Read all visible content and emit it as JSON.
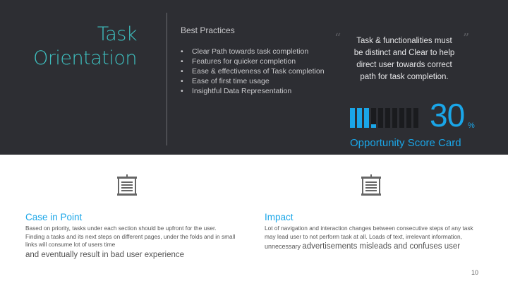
{
  "slide": {
    "title_line1": "Task",
    "title_line2": "Orientation",
    "page_number": "10"
  },
  "best_practices": {
    "heading": "Best Practices",
    "items": [
      "Clear Path towards task completion",
      "Features for quicker completion",
      "Ease & effectiveness of Task completion",
      "Ease of first time usage",
      "Insightful Data Representation"
    ],
    "bullet": "•"
  },
  "quote": {
    "open_mark": "“",
    "close_mark": "”",
    "text": "Task & functionalities must be distinct and Clear to help direct user towards correct path for task completion."
  },
  "score_card": {
    "value": "30",
    "unit": "%",
    "label": "Opportunity Score Card",
    "level_fraction": 0.3,
    "accent_color": "#1aa6e8"
  },
  "case_in_point": {
    "title": "Case in Point",
    "body_small": "Based on priority, tasks under each section should be upfront for the user. Finding a tasks and its next steps on different pages,  under the folds and in small links will consume lot of users time",
    "body_large": "and eventually result in bad user experience",
    "icon": "document-icon"
  },
  "impact": {
    "title": "Impact",
    "body_small": "Lot of navigation and interaction changes between consecutive  steps of any task may lead user to not perform task at all. Loads of  text, irrelevant information,",
    "body_mid": "unnecessary",
    "body_large": "advertisements  misleads and confuses user",
    "icon": "document-icon"
  },
  "colors": {
    "panel_bg": "#2d2e33",
    "title_teal": "#3ec0c0",
    "accent_blue": "#1aa6e8"
  }
}
